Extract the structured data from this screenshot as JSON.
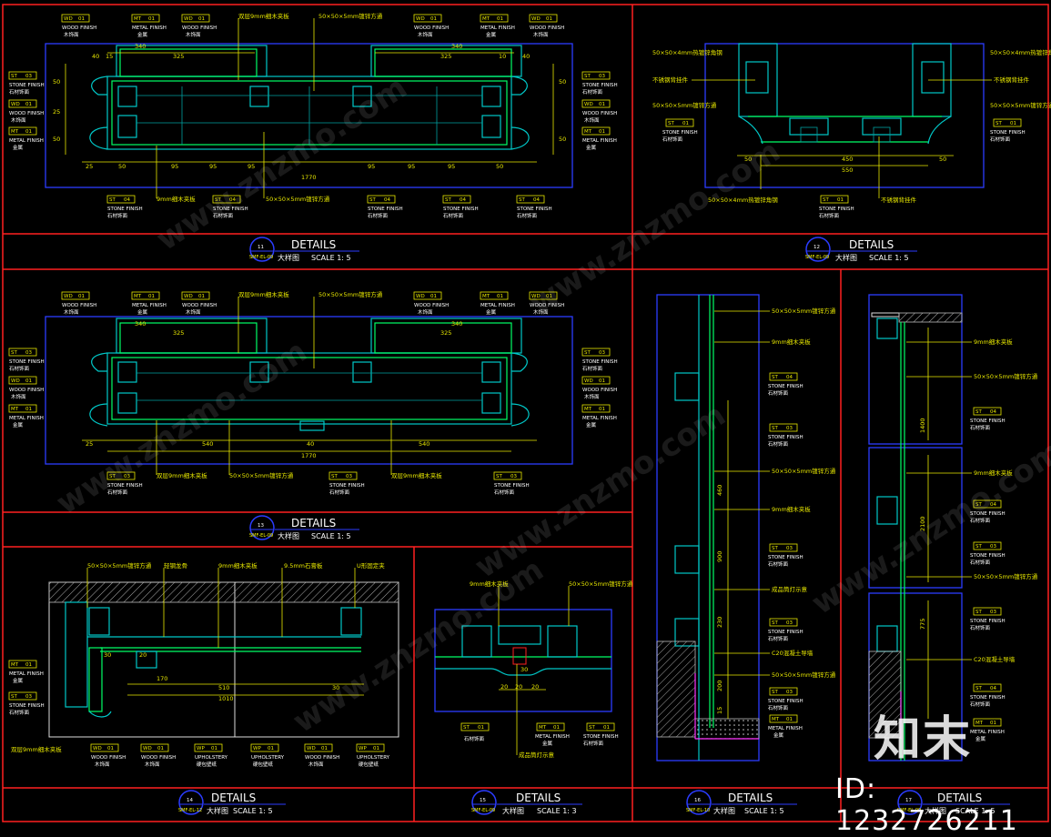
{
  "tags": {
    "wd": [
      "WD",
      "01"
    ],
    "mt": [
      "MT",
      "01"
    ],
    "st04": [
      "ST",
      "04"
    ],
    "st03": [
      "ST",
      "03"
    ],
    "st01": [
      "ST",
      "01"
    ],
    "wp": [
      "WP",
      "01"
    ]
  },
  "finish": {
    "wood_en": "WOOD FINISH",
    "wood_cn": "木饰面",
    "metal_en": "METAL FINISH",
    "metal_cn": "金属",
    "stone_en": "STONE FINISH",
    "stone_cn": "石材饰面",
    "uph_en": "UPHOLSTERY",
    "uph_cn": "硬包壁纸"
  },
  "notes": {
    "double_board": "双层9mm细木夹板",
    "pipe": "50×50×5mm镀锌方通",
    "board9": "9mm细木夹板",
    "angle": "50×50×4mm热镀锌角钢",
    "ss": "不锈钢背挂件",
    "lamp": "成品筒灯示意",
    "c20": "C20混凝土导墙",
    "keel": "轻钢龙骨",
    "gypsum": "9.5mm石膏板",
    "ubolt": "U形固定夹"
  },
  "dims": {
    "d340": "340",
    "d325": "325",
    "d40": "40",
    "d15": "15",
    "d10": "10",
    "d25": "25",
    "d50": "50",
    "d95": "95",
    "d1770": "1770",
    "d540": "540",
    "d450": "450",
    "d550": "550",
    "d30": "30",
    "d20": "20",
    "d510": "510",
    "d1010": "1010",
    "d460": "460",
    "d900": "900",
    "d230": "230",
    "d1400": "1400",
    "d2100": "2100",
    "d775": "775",
    "d170": "170",
    "d200": "200",
    "d15b": "15"
  },
  "titles": [
    {
      "num": "11",
      "ref": "SMF-EL-09",
      "word": "DETAILS",
      "cn": "大样图",
      "scale": "SCALE 1: 5"
    },
    {
      "num": "12",
      "ref": "SMF-EL-09",
      "word": "DETAILS",
      "cn": "大样图",
      "scale": "SCALE 1: 5"
    },
    {
      "num": "13",
      "ref": "SMF-EL-09",
      "word": "DETAILS",
      "cn": "大样图",
      "scale": "SCALE 1: 5"
    },
    {
      "num": "14",
      "ref": "SMF-EL-12",
      "word": "DETAILS",
      "cn": "大样图",
      "scale": "SCALE 1: 5"
    },
    {
      "num": "15",
      "ref": "SMF-EL-09",
      "word": "DETAILS",
      "cn": "大样图",
      "scale": "SCALE 1: 3"
    },
    {
      "num": "16",
      "ref": "SMF-EL-10",
      "word": "DETAILS",
      "cn": "大样图",
      "scale": "SCALE 1: 5"
    },
    {
      "num": "17",
      "ref": "SMF-EL-09",
      "word": "DETAILS",
      "cn": "大样图",
      "scale": "SCALE 1: 5"
    }
  ],
  "watermark": "www.znzmo.com",
  "brand": "知末",
  "id_label": "ID: 1232726211"
}
